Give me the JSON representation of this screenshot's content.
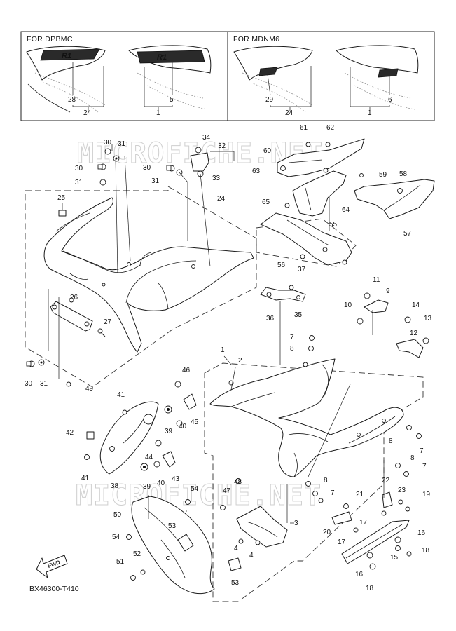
{
  "watermark": "MICROFICHE.NET",
  "insets": {
    "left_title": "FOR  DPBMC",
    "right_title": "FOR  MDNM6",
    "left": {
      "callouts": [
        "28",
        "24",
        "5",
        "1"
      ]
    },
    "right": {
      "callouts": [
        "29",
        "24",
        "6",
        "1"
      ]
    }
  },
  "fwd_label": "FWD",
  "drawing_ref": "BX46300-T410",
  "callouts": {
    "c1": "1",
    "c2": "2",
    "c3": "3",
    "c4a": "4",
    "c4b": "4",
    "c7a": "7",
    "c7b": "7",
    "c7c": "7",
    "c7d": "7",
    "c8a": "8",
    "c8b": "8",
    "c8c": "8",
    "c8d": "8",
    "c9": "9",
    "c10": "10",
    "c11": "11",
    "c12": "12",
    "c13": "13",
    "c14": "14",
    "c15": "15",
    "c16a": "16",
    "c16b": "16",
    "c17a": "17",
    "c17b": "17",
    "c18a": "18",
    "c18b": "18",
    "c19": "19",
    "c20": "20",
    "c21": "21",
    "c22": "22",
    "c23": "23",
    "c24": "24",
    "c25": "25",
    "c26": "26",
    "c27": "27",
    "c30a": "30",
    "c30b": "30",
    "c30c": "30",
    "c30d": "30",
    "c31a": "31",
    "c31b": "31",
    "c31c": "31",
    "c31d": "31",
    "c32": "32",
    "c33": "33",
    "c34": "34",
    "c35": "35",
    "c36": "36",
    "c37": "37",
    "c38": "38",
    "c39a": "39",
    "c39b": "39",
    "c40a": "40",
    "c40b": "40",
    "c41a": "41",
    "c41b": "41",
    "c42": "42",
    "c43": "43",
    "c44": "44",
    "c45": "45",
    "c46": "46",
    "c47": "47",
    "c48": "48",
    "c49": "49",
    "c50": "50",
    "c51": "51",
    "c52": "52",
    "c53a": "53",
    "c53b": "53",
    "c54a": "54",
    "c54b": "54",
    "c55": "55",
    "c56": "56",
    "c57": "57",
    "c58": "58",
    "c59": "59",
    "c60": "60",
    "c61": "61",
    "c62": "62",
    "c63": "63",
    "c64": "64",
    "c65": "65"
  }
}
